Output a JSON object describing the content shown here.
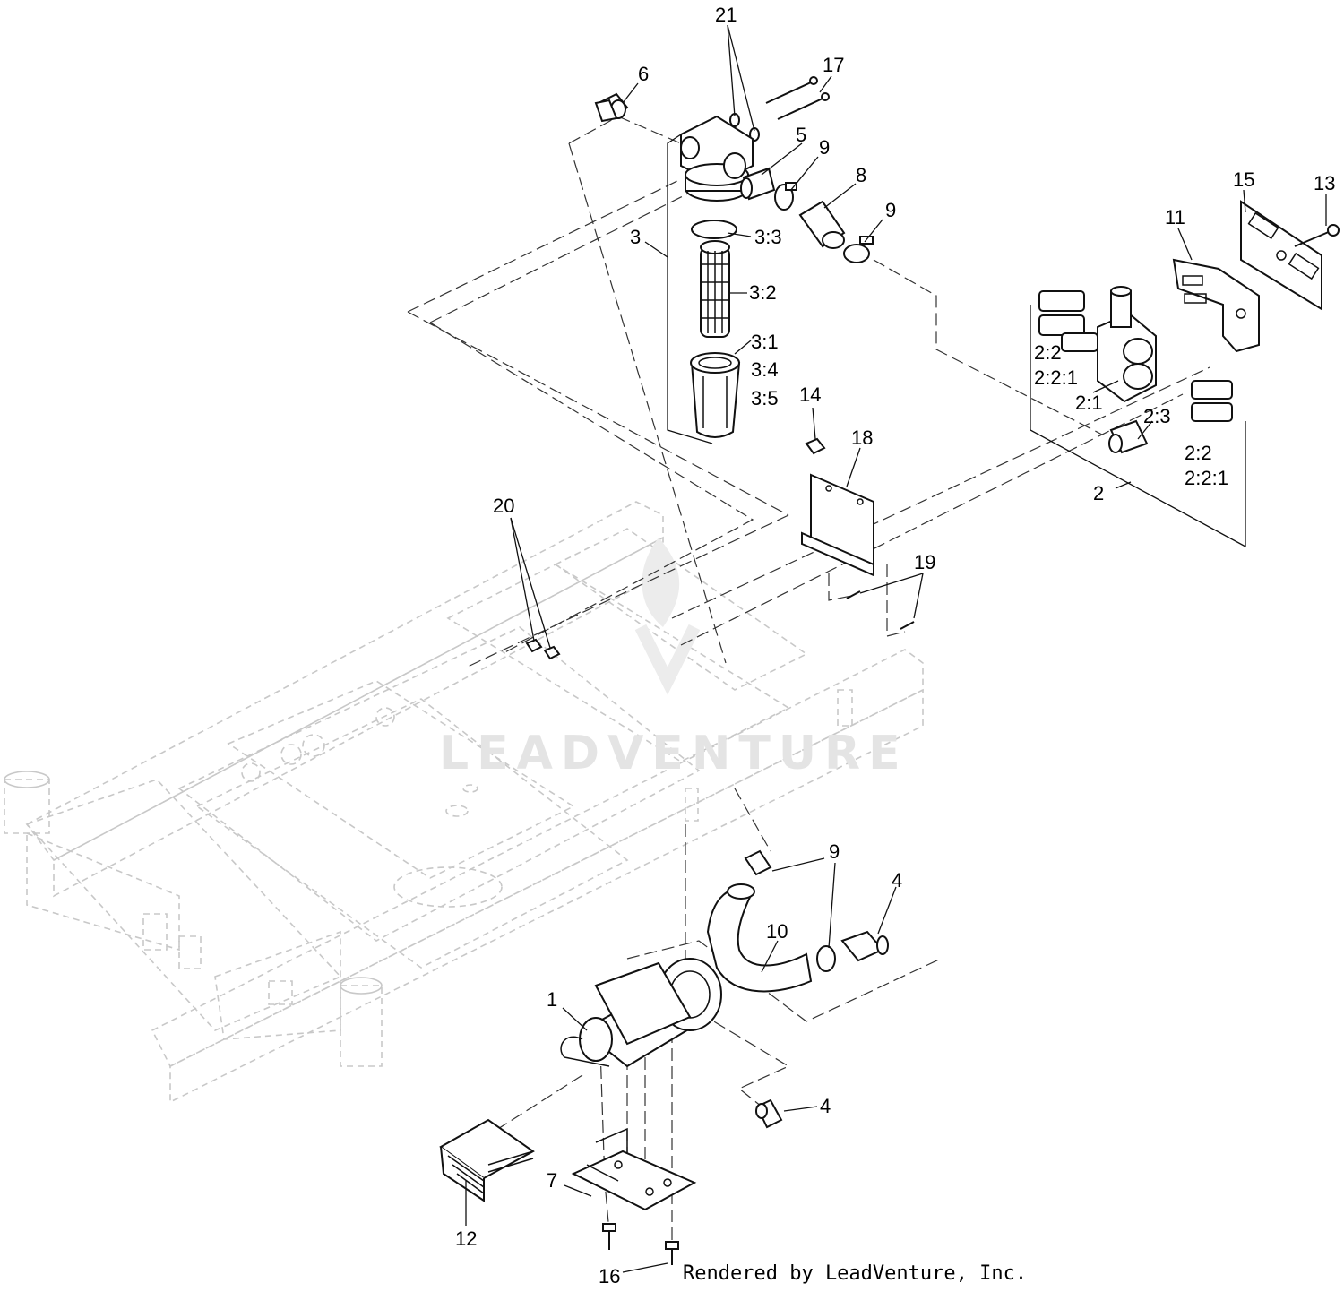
{
  "watermark": "LEADVENTURE",
  "credit": "Rendered by LeadVenture, Inc.",
  "callouts": [
    "21",
    "17",
    "6",
    "5",
    "9",
    "8",
    "9",
    "3",
    "3:3",
    "3:2",
    "3:1",
    "3:4",
    "3:5",
    "15",
    "13",
    "11",
    "2:2",
    "2:2:1",
    "2:1",
    "2:3",
    "2:2",
    "2:2:1",
    "2",
    "14",
    "18",
    "20",
    "19",
    "9",
    "4",
    "10",
    "1",
    "4",
    "7",
    "12",
    "16"
  ],
  "colors": {
    "ink": "#111111",
    "frame": "#c8c8c8",
    "watermark": "#e4e4e4"
  }
}
